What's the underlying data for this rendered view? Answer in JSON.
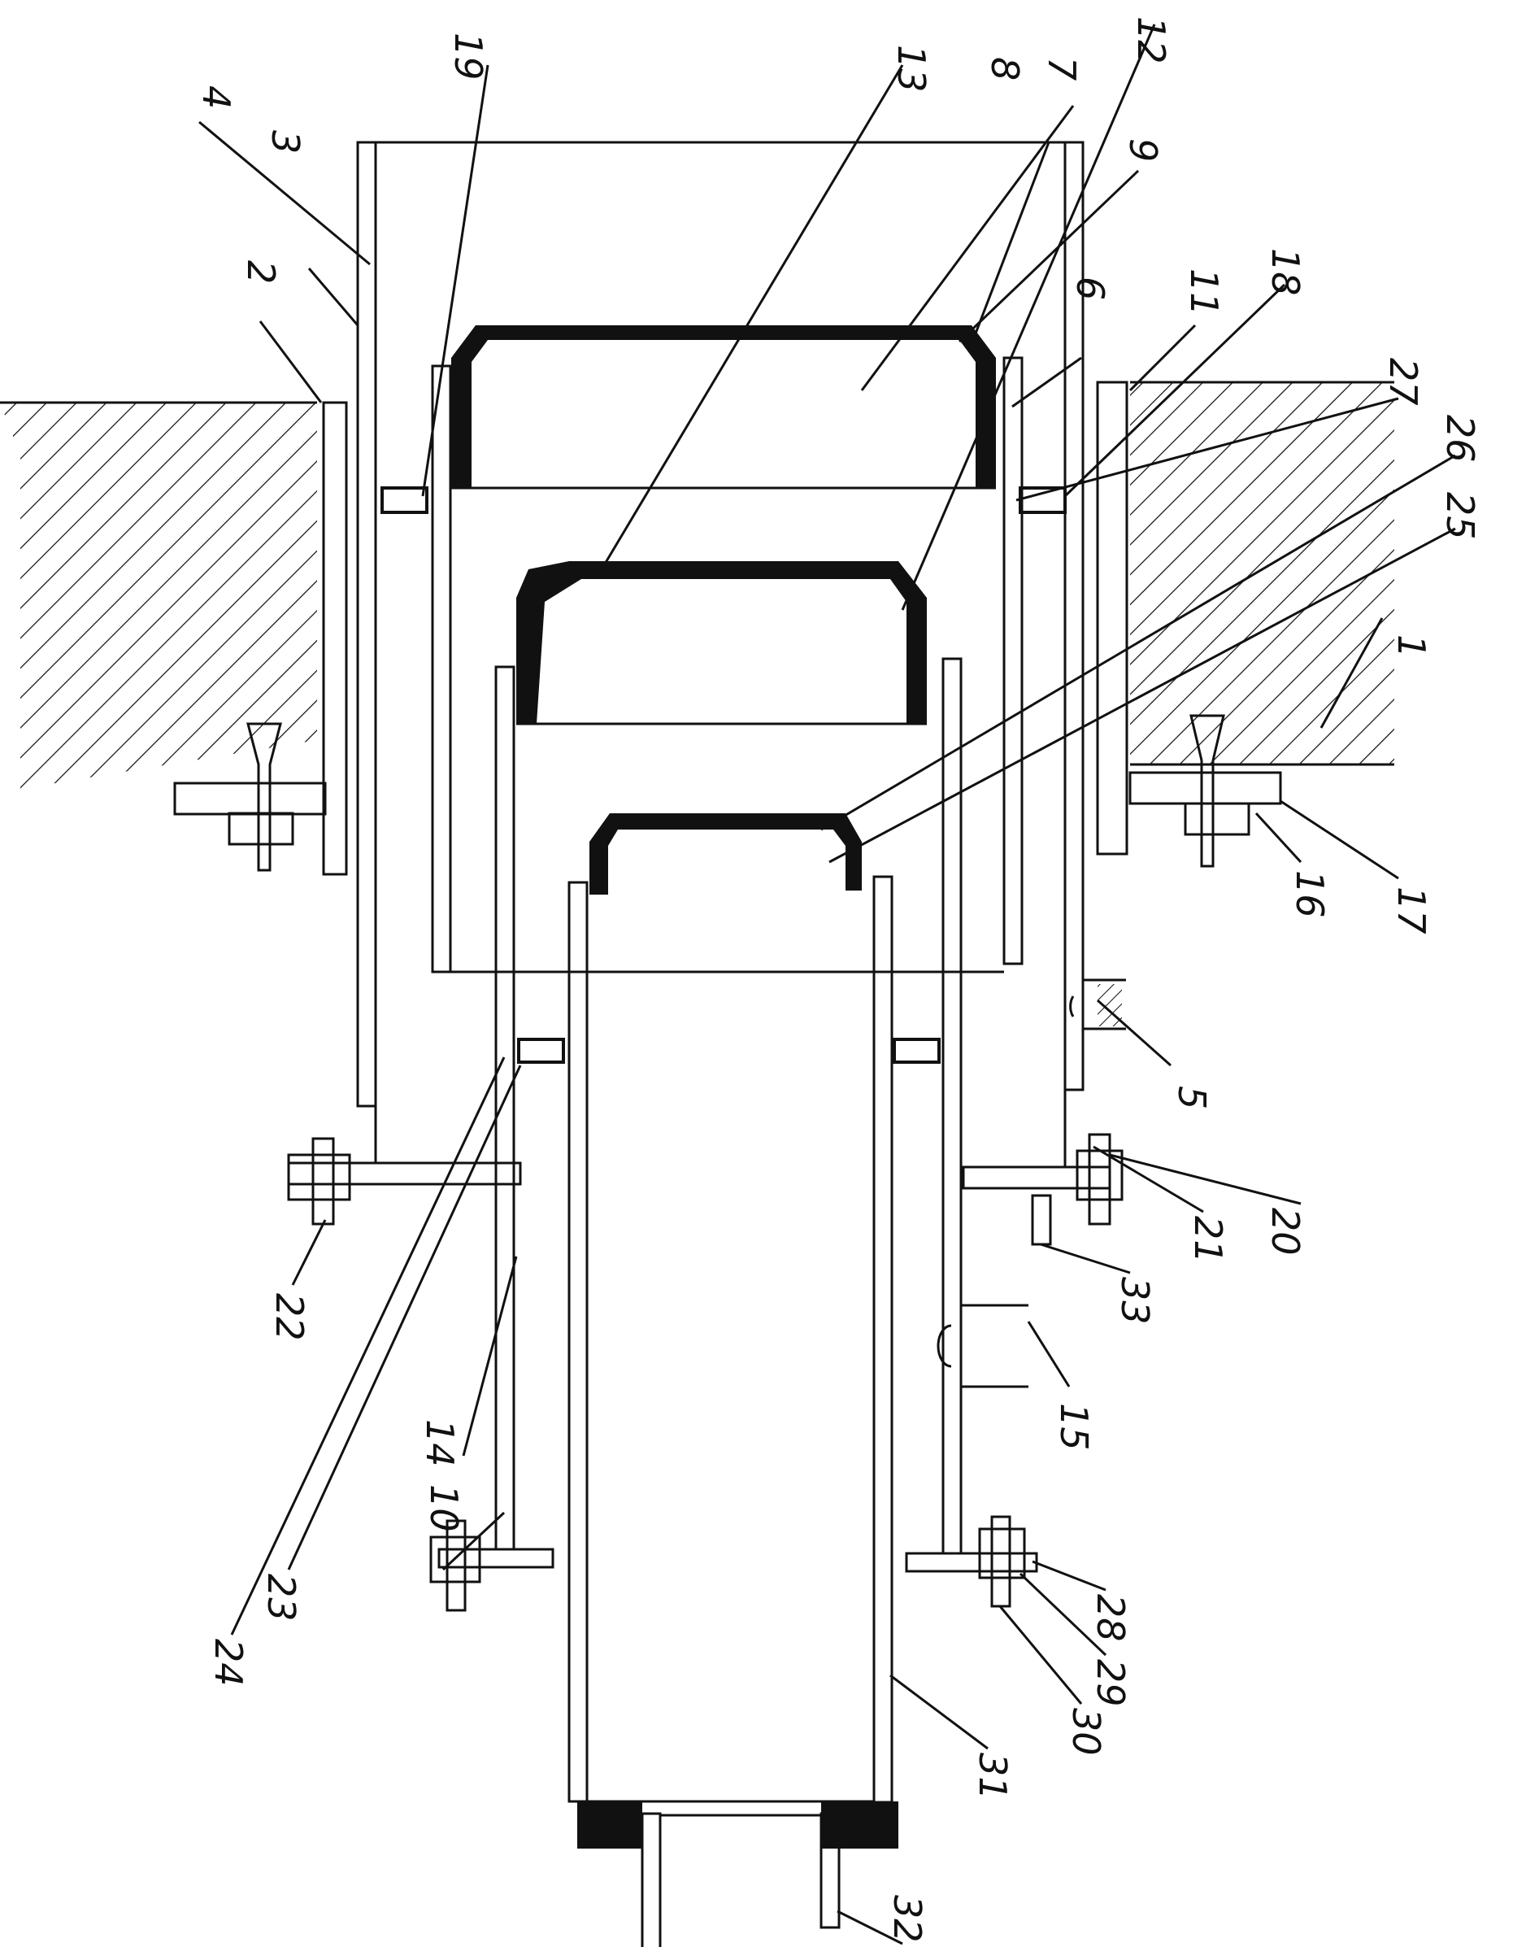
{
  "labels": [
    {
      "id": "l1",
      "text": "1"
    },
    {
      "id": "l2",
      "text": "2"
    },
    {
      "id": "l3",
      "text": "3"
    },
    {
      "id": "l4",
      "text": "4"
    },
    {
      "id": "l5",
      "text": "5"
    },
    {
      "id": "l6",
      "text": "6"
    },
    {
      "id": "l7",
      "text": "7"
    },
    {
      "id": "l8",
      "text": "8"
    },
    {
      "id": "l9",
      "text": "9"
    },
    {
      "id": "l10",
      "text": "10"
    },
    {
      "id": "l11",
      "text": "11"
    },
    {
      "id": "l12",
      "text": "12"
    },
    {
      "id": "l13",
      "text": "13"
    },
    {
      "id": "l14",
      "text": "14"
    },
    {
      "id": "l15",
      "text": "15"
    },
    {
      "id": "l16",
      "text": "16"
    },
    {
      "id": "l17",
      "text": "17"
    },
    {
      "id": "l18",
      "text": "18"
    },
    {
      "id": "l19",
      "text": "19"
    },
    {
      "id": "l20",
      "text": "20"
    },
    {
      "id": "l21",
      "text": "21"
    },
    {
      "id": "l22",
      "text": "22"
    },
    {
      "id": "l23",
      "text": "23"
    },
    {
      "id": "l24",
      "text": "24"
    },
    {
      "id": "l25",
      "text": "25"
    },
    {
      "id": "l26",
      "text": "26"
    },
    {
      "id": "l27",
      "text": "27"
    },
    {
      "id": "l28",
      "text": "28"
    },
    {
      "id": "l29",
      "text": "29"
    },
    {
      "id": "l30",
      "text": "30"
    },
    {
      "id": "l31",
      "text": "31"
    },
    {
      "id": "l32",
      "text": "32"
    },
    {
      "id": "l33",
      "text": "33"
    }
  ]
}
